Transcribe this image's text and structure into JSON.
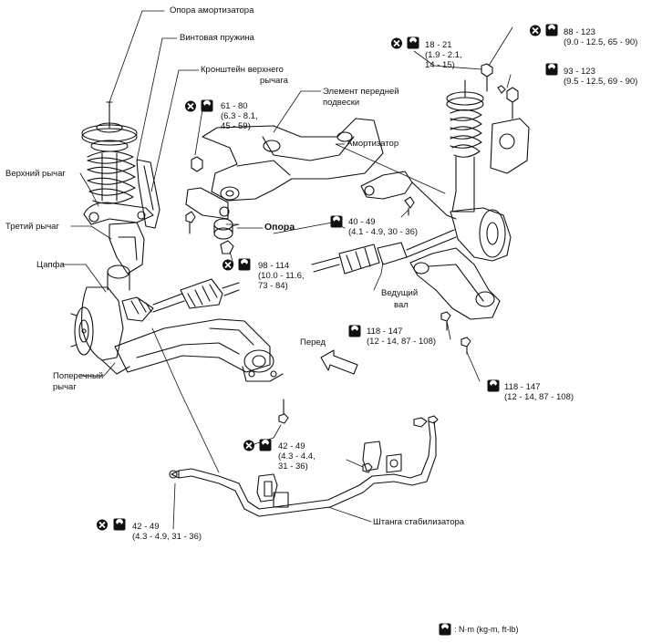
{
  "labels": {
    "strut_mount": "Опора амортизатора",
    "coil_spring": "Винтовая пружина",
    "upper_bracket_1": "Кронштейн верхнего",
    "upper_bracket_2": "рычага",
    "front_member_1": "Элемент передней",
    "front_member_2": "подвески",
    "upper_arm": "Верхний рычаг",
    "shock_absorber": "Амортизатор",
    "third_arm": "Третий рычаг",
    "support": "Опора",
    "knuckle": "Цапфа",
    "drive_shaft_1": "Ведущий",
    "drive_shaft_2": "вал",
    "transverse_arm_1": "Поперечный",
    "transverse_arm_2": "рычаг",
    "front": "Перед",
    "stabilizer_bar": "Штанга стабилизатора",
    "legend": ": N·m (kg-m, ft-lb)"
  },
  "torques": {
    "t1": {
      "l1": "18 - 21",
      "l2": "(1.9 - 2.1,",
      "l3": "14 - 15)"
    },
    "t2": {
      "l1": "88 - 123",
      "l2": "(9.0 - 12.5, 65 - 90)"
    },
    "t3": {
      "l1": "93 - 123",
      "l2": "(9.5 - 12.5, 69 - 90)"
    },
    "t4": {
      "l1": "61 - 80",
      "l2": "(6.3 - 8.1,",
      "l3": "45 - 59)"
    },
    "t5": {
      "l1": "40 - 49",
      "l2": "(4.1 - 4.9, 30 - 36)"
    },
    "t6": {
      "l1": "98 - 114",
      "l2": "(10.0 - 11.6,",
      "l3": "73 - 84)"
    },
    "t7": {
      "l1": "118 - 147",
      "l2": "(12 - 14, 87 - 108)"
    },
    "t8": {
      "l1": "118 - 147",
      "l2": "(12 - 14, 87 - 108)"
    },
    "t9": {
      "l1": "42 - 49",
      "l2": "(4.3 - 4.4,",
      "l3": "31 - 36)"
    },
    "t10": {
      "l1": "42 - 49",
      "l2": "(4.3 - 4.9, 31 - 36)"
    }
  },
  "icons": [
    "do-not-reuse-icon",
    "torque-wrench-icon"
  ]
}
